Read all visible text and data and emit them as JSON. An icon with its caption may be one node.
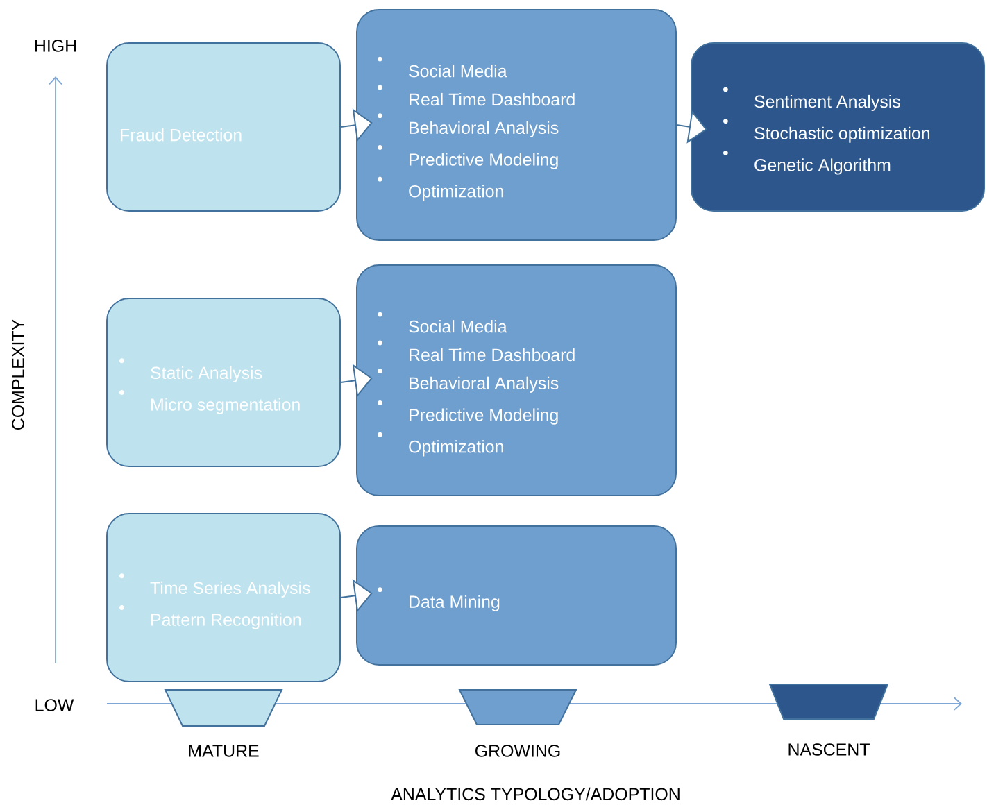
{
  "diagram": {
    "nodes": [
      {
        "text": [
          "Fraud Detection"
        ]
      },
      {
        "text": [
          "Social Media",
          "Real Time Dashboard",
          "Behavioral Analysis",
          "Predictive Modeling",
          "Optimization"
        ]
      },
      {
        "text": [
          "Sentiment Analysis",
          "Stochastic optimization",
          "Genetic Algorithm"
        ]
      },
      {
        "text": [
          "Static Analysis",
          "Micro segmentation"
        ]
      },
      {
        "text": [
          "Social Media",
          "Real Time Dashboard",
          "Behavioral Analysis",
          "Predictive Modeling",
          "Optimization"
        ]
      },
      {
        "text": [
          "Time Series Analysis",
          "Pattern Recognition"
        ]
      },
      {
        "text": [
          "Data Mining"
        ]
      },
      {
        "text": [],
        "shape": "trapezoid",
        "beside": [
          "MATURE"
        ]
      },
      {
        "text": [],
        "shape": "trapezoid",
        "beside": [
          "GROWING"
        ]
      },
      {
        "text": [],
        "shape": "trapezoid",
        "beside": [
          "NASCENT"
        ]
      }
    ],
    "edges": [
      {
        "from": 0,
        "to": 1,
        "arrow": "to"
      },
      {
        "from": 1,
        "to": 2,
        "arrow": "to"
      },
      {
        "from": 3,
        "to": 4,
        "arrow": "to"
      },
      {
        "from": 5,
        "to": 6,
        "arrow": "to"
      }
    ],
    "labels": [
      "HIGH",
      "COMPLEXITY",
      "LOW",
      "ANALYTICS TYPOLOGY/ADOPTION"
    ]
  }
}
